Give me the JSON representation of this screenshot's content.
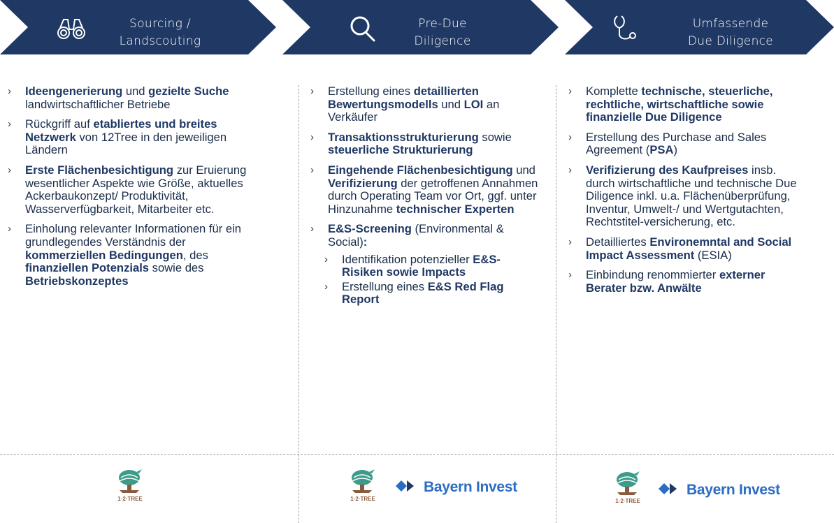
{
  "colors": {
    "header": "#1f3864",
    "text": "#1a2d4a",
    "bold": "#1f3864",
    "divider": "#a6a6a6",
    "logo_tree": "#3d9b8a",
    "logo_brown": "#8b5a3c",
    "bayern_blue": "#2b6cc4"
  },
  "headers": [
    {
      "icon": "binoculars-icon",
      "line1": "Sourcing /",
      "line2": "Landscouting"
    },
    {
      "icon": "magnifier-icon",
      "line1": "Pre-Due",
      "line2": "Diligence"
    },
    {
      "icon": "stethoscope-icon",
      "line1": "Umfassende",
      "line2": "Due Diligence"
    }
  ],
  "col1": {
    "b1": {
      "t1": "Ideengenerierung",
      "t2": " und ",
      "t3": "gezielte Suche",
      "t4": " landwirtschaftlicher Betriebe"
    },
    "b2": {
      "t1": "Rückgriff auf ",
      "t2": "etabliertes und breites Netzwerk",
      "t3": " von 12Tree in den jeweiligen Ländern"
    },
    "b3": {
      "t1": "Erste Flächenbesichtigung",
      "t2": " zur Eruierung wesentlicher Aspekte wie Größe, aktuelles Ackerbaukonzept/ Produktivität, Wasserverfügbarkeit, Mitarbeiter etc."
    },
    "b4": {
      "t1": "Einholung relevanter Informationen für ein grundlegendes Verständnis der ",
      "t2": "kommerziellen Bedingungen",
      "t3": ", des ",
      "t4": "finanziellen Potenzials",
      "t5": " sowie des ",
      "t6": "Betriebskonzeptes"
    }
  },
  "col2": {
    "b1": {
      "t1": "Erstellung eines ",
      "t2": "detaillierten Bewertungsmodells",
      "t3": " und ",
      "t4": "LOI",
      "t5": " an Verkäufer"
    },
    "b2": {
      "t1": "Transaktionsstrukturierung",
      "t2": " sowie ",
      "t3": "steuerliche Strukturierung"
    },
    "b3": {
      "t1": "Eingehende Flächenbesichtigung",
      "t2": " und ",
      "t3": "Verifizierung",
      "t4": " der getroffenen Annahmen durch Operating Team vor Ort, ggf. unter Hinzunahme ",
      "t5": "technischer Experten"
    },
    "b4": {
      "t1": "E&S-Screening",
      "t2": " (Environmental & Social)",
      "t3": ":"
    },
    "s1": {
      "t1": "Identifikation potenzieller ",
      "t2": "E&S-Risiken sowie Impacts"
    },
    "s2": {
      "t1": "Erstellung eines ",
      "t2": "E&S Red Flag Report"
    }
  },
  "col3": {
    "b1": {
      "t1": "Komplette ",
      "t2": "technische, steuerliche, rechtliche, wirtschaftliche sowie finanzielle Due Diligence"
    },
    "b2": {
      "t1": "Erstellung des Purchase and Sales Agreement (",
      "t2": "PSA",
      "t3": ")"
    },
    "b3": {
      "t1": "Verifizierung des Kaufpreises",
      "t2": " insb. durch wirtschaftliche und technische Due Diligence inkl. u.a. Flächenüberprüfung, Inventur, Umwelt-/ und Wertgutachten, Rechtstitel-versicherung, etc."
    },
    "b4": {
      "t1": "Detailliertes ",
      "t2": "Environemntal and Social Impact Assessment",
      "t3": " (ESIA)"
    },
    "b5": {
      "t1": "Einbindung renommierter ",
      "t2": "externer Berater bzw. Anwälte"
    }
  },
  "logos": {
    "tree_text": "1·2·TREE",
    "bayern_text": "Bayern Invest"
  }
}
